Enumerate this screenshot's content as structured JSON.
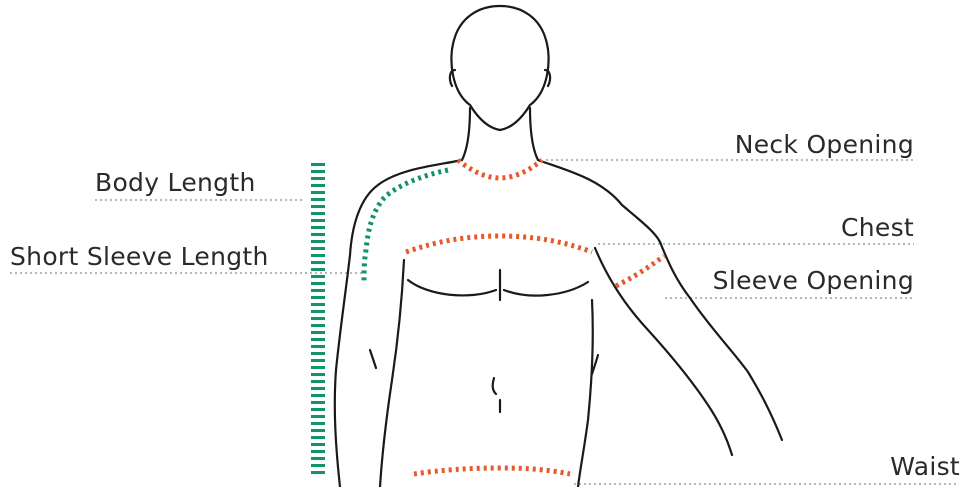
{
  "labels": {
    "body_length": "Body Length",
    "short_sleeve_length": "Short Sleeve Length",
    "neck_opening": "Neck Opening",
    "chest": "Chest",
    "sleeve_opening": "Sleeve Opening",
    "waist": "Waist"
  },
  "colors": {
    "outline": "#1a1a1a",
    "orange_marker": "#e8582a",
    "green_marker": "#12936c",
    "guide_dots": "#b8b8b8"
  }
}
